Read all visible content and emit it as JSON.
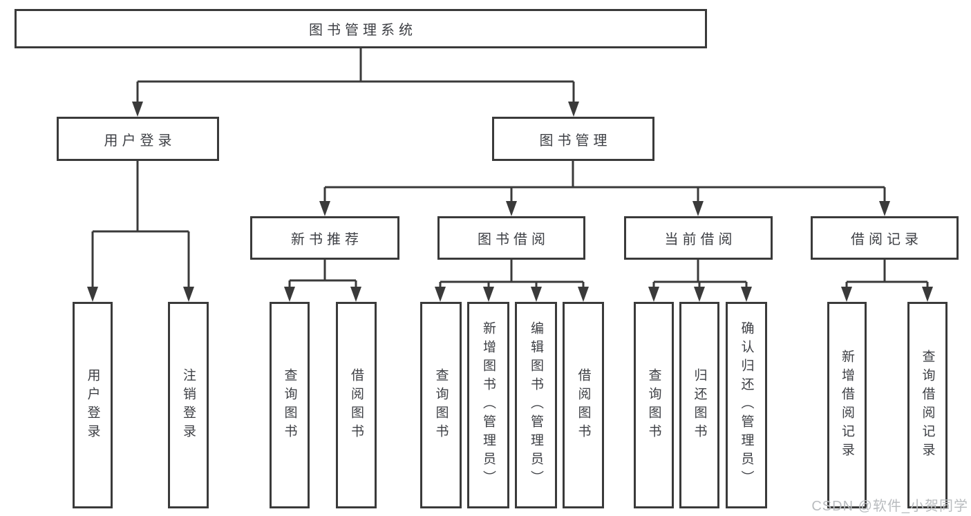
{
  "diagram": {
    "title": "图书管理系统",
    "nodes": {
      "root": "图书管理系统",
      "user_login": "用户登录",
      "book_mgmt": "图书管理",
      "new_book_rec": "新书推荐",
      "book_borrow": "图书借阅",
      "current_borrow": "当前借阅",
      "borrow_records": "借阅记录",
      "leaf_user_login": "用户登录",
      "leaf_logout": "注销登录",
      "leaf_query_book_1": "查询图书",
      "leaf_borrow_book_1": "借阅图书",
      "leaf_query_book_2": "查询图书",
      "leaf_add_book_admin": "新增图书（管理员）",
      "leaf_edit_book_admin": "编辑图书（管理员）",
      "leaf_borrow_book_2": "借阅图书",
      "leaf_query_book_3": "查询图书",
      "leaf_return_book": "归还图书",
      "leaf_confirm_return_admin": "确认归还（管理员）",
      "leaf_add_borrow_record": "新增借阅记录",
      "leaf_query_borrow_record": "查询借阅记录"
    },
    "edges": [
      "图书管理系统→用户登录",
      "图书管理系统→图书管理",
      "用户登录→用户登录",
      "用户登录→注销登录",
      "图书管理→新书推荐",
      "图书管理→图书借阅",
      "图书管理→当前借阅",
      "图书管理→借阅记录",
      "新书推荐→查询图书",
      "新书推荐→借阅图书",
      "图书借阅→查询图书",
      "图书借阅→新增图书（管理员）",
      "图书借阅→编辑图书（管理员）",
      "图书借阅→借阅图书",
      "当前借阅→查询图书",
      "当前借阅→归还图书",
      "当前借阅→确认归还（管理员）",
      "借阅记录→新增借阅记录",
      "借阅记录→查询借阅记录"
    ],
    "colors": {
      "line": "#3a3a3a",
      "text": "#3d3f44",
      "background": "#ffffff",
      "watermark": "#b9bcbf"
    }
  },
  "watermark": "CSDN @软件_小贺同学"
}
